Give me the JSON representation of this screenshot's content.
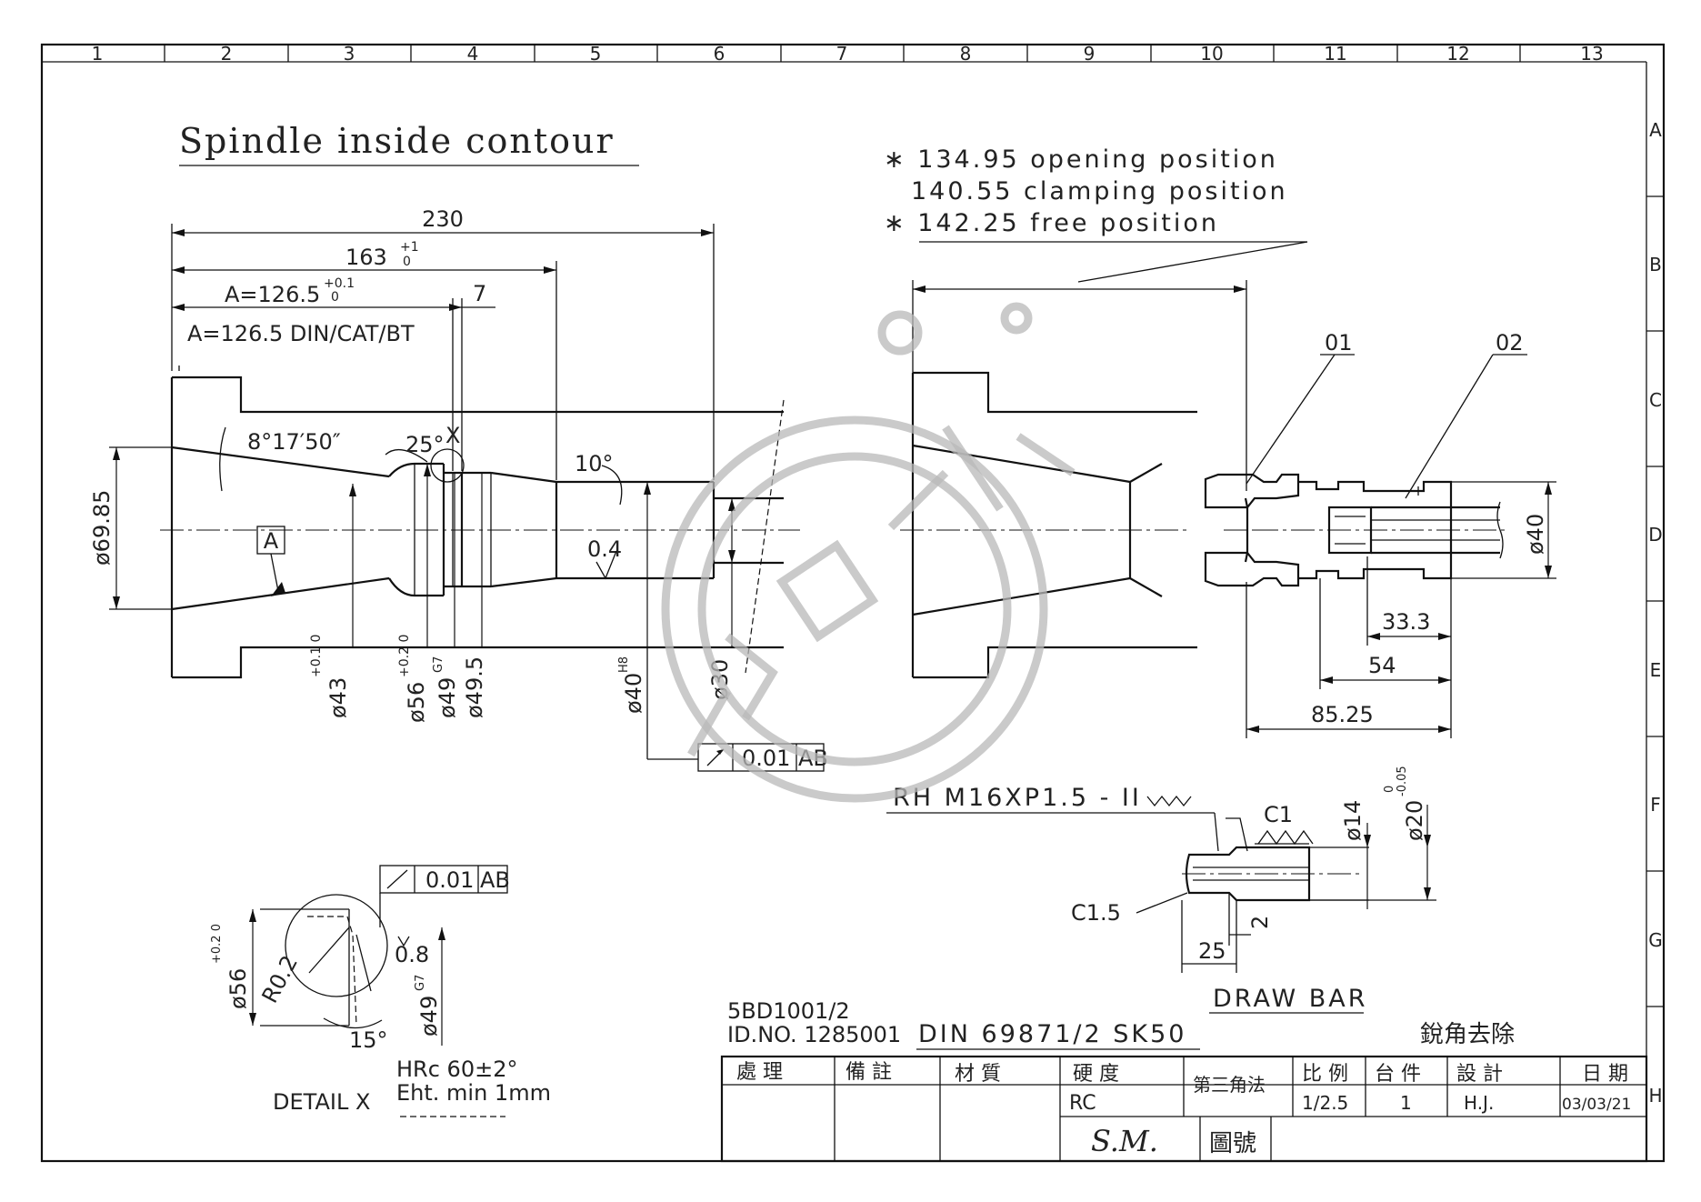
{
  "sheet": {
    "col_labels": [
      "1",
      "2",
      "3",
      "4",
      "5",
      "6",
      "7",
      "8",
      "9",
      "10",
      "11",
      "12",
      "13"
    ],
    "row_labels": [
      "A",
      "B",
      "C",
      "D",
      "E",
      "F",
      "G",
      "H"
    ]
  },
  "title": "Spindle inside contour",
  "notes": {
    "line1": "∗ 134.95 opening position",
    "line2": "140.55 clamping position",
    "line3": "∗ 142.25 free position"
  },
  "spindle_dims": {
    "d230": "230",
    "d163": "163",
    "d163_tol_up": "+1",
    "d163_tol_lo": "0",
    "dA": "A=126.5",
    "dA_tol_up": "+0.1",
    "dA_tol_lo": "0",
    "d7": "7",
    "dA_std": "A=126.5 DIN/CAT/BT",
    "angle": "8°17′50″",
    "angle25": "25°",
    "x_label": "X",
    "angle10": "10°",
    "dia6985": "ø69.85",
    "datumA": "A",
    "rough04": "0.4",
    "dia43": "ø43",
    "dia43_tol": "+0.1 0",
    "dia56": "ø56",
    "dia56_tol": "+0.2 0",
    "dia49g7": "ø49",
    "g7": "G7",
    "dia495": "ø49.5",
    "dia40h8": "ø40",
    "h8": "H8",
    "dia30": "ø30",
    "runout_val": "0.01",
    "runout_ref": "AB"
  },
  "drawbar": {
    "callout01": "01",
    "callout02": "02",
    "dia40": "ø40",
    "d333": "33.3",
    "d54": "54",
    "d8525": "85.25",
    "thread": "RH M16XP1.5 - II",
    "c1": "C1",
    "c15": "C1.5",
    "dia14": "ø14",
    "dia20": "ø20",
    "dia20_tol_up": "0",
    "dia20_tol_lo": "-0.05",
    "d2": "2",
    "d25": "25",
    "label": "DRAW BAR"
  },
  "detail": {
    "runout_val": "0.01",
    "runout_ref": "AB",
    "dia56": "ø56",
    "dia56_tol": "+0.2 0",
    "r02": "R0.2",
    "rough08": "0.8",
    "dia49": "ø49",
    "g7": "G7",
    "angle15": "15°",
    "hrc": "HRc 60±2°",
    "eht": "Eht. min 1mm",
    "label": "DETAIL X"
  },
  "docinfo": {
    "part": "5BD1001/2",
    "idno": "ID.NO. 1285001",
    "standard": "DIN 69871/2 SK50",
    "deburr": "銳角去除"
  },
  "titleblock": {
    "h_process": "處  理",
    "h_remark": "備  註",
    "h_material": "材  質",
    "h_hardness": "硬  度",
    "h_projection": "第三角法",
    "h_scale": "比 例",
    "h_qty": "台 件",
    "h_design": "設  計",
    "h_date": "日 期",
    "v_hardness": "RC",
    "v_scale": "1/2.5",
    "v_qty": "1",
    "v_design": "H.J.",
    "v_date": "03/03/21",
    "company": "S.M.",
    "drawing_no": "圖號"
  }
}
